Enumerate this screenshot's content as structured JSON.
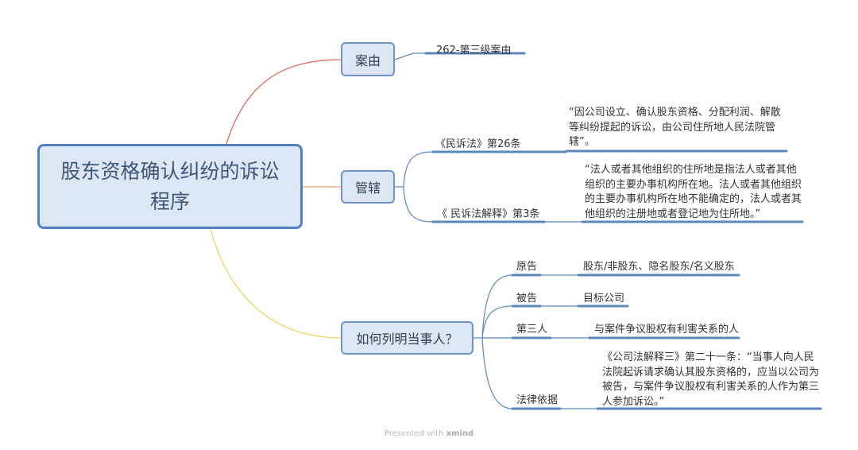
{
  "root": {
    "title": "股东资格确认纠纷的诉讼程序"
  },
  "branches": {
    "case_cause": {
      "label": "案由",
      "child": "262-第三级案由"
    },
    "jurisdiction": {
      "label": "管辖",
      "items": [
        {
          "label": "《民诉法》第26条",
          "detail": "“因公司设立、确认股东资格、分配利润、解散等纠纷提起的诉讼，由公司住所地人民法院管辖”。"
        },
        {
          "label": "《 民诉法解释》第3条",
          "detail": "“法人或者其他组织的住所地是指法人或者其他组织的主要办事机构所在地。法人或者其他组织的主要办事机构所在地不能确定的，法人或者其他组织的注册地或者登记地为住所地。”"
        }
      ]
    },
    "parties": {
      "label": "如何列明当事人？",
      "items": [
        {
          "label": "原告",
          "detail": "股东/非股东、隐名股东/名义股东"
        },
        {
          "label": "被告",
          "detail": "目标公司"
        },
        {
          "label": "第三人",
          "detail": "与案件争议股权有利害关系的人"
        },
        {
          "label": "法律依据",
          "detail": "《公司法解释三》第二十一条：“当事人向人民法院起诉请求确认其股东资格的，应当以公司为被告，与案件争议股权有利害关系的人作为第三人参加诉讼。”"
        }
      ]
    }
  },
  "watermark": {
    "prefix": "Presented with",
    "brand": "xmind"
  },
  "colors": {
    "root_border": "#4f80c0",
    "node_fill": "#dde7f3",
    "line": "#5b87bd",
    "red": "#d9695a",
    "orange": "#f0a070",
    "yellow": "#f2d25a"
  }
}
